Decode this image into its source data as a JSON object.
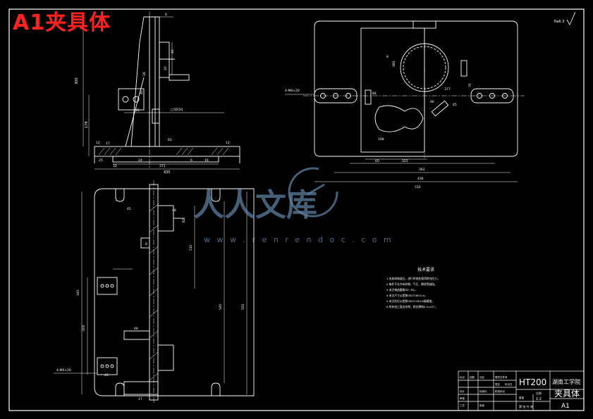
{
  "stamp": {
    "text": "A1夹具体",
    "color": "#ff2020"
  },
  "watermark": {
    "brand": "人人文库",
    "url": "w w w . r e n r e n d o c . c o m",
    "color": "#6d8fae"
  },
  "colors": {
    "background": "#000000",
    "linework": "#ffffff",
    "dimension": "#ffffff"
  },
  "roughness": "Ra6.3",
  "front_view": {
    "dims": {
      "d6": "6",
      "d40": "40",
      "d300": "300",
      "d20": "20",
      "d95": "95",
      "d18": "18",
      "d40b": "40",
      "d65": "65",
      "d179": "179",
      "d17": "17",
      "d25": "25",
      "d24": "24",
      "d371": "371",
      "d6b": "6",
      "d16": "16",
      "d12": "12",
      "d435": "435",
      "d12b": "12",
      "d32": "32",
      "callout": "□50\\50"
    }
  },
  "top_view": {
    "dims": {
      "d385": "385",
      "d8": "8",
      "d377": "377",
      "d75": "75",
      "d84": "84",
      "d45": "45",
      "d60": "60",
      "d325": "325",
      "d362": "362",
      "d436": "436",
      "d510": "510",
      "d90": "90",
      "d108": "108",
      "callout": "4-M6×20"
    }
  },
  "side_view": {
    "dims": {
      "d45": "45",
      "d8": "8",
      "d340": "340",
      "d540": "540",
      "d510": "510",
      "d555": "555",
      "d82": "82",
      "d48": "48",
      "d69": "69",
      "d100": "100",
      "d45b": "45",
      "d17": "17",
      "callout": "4-M6×20"
    }
  },
  "notes": {
    "title": "技术要求",
    "lines": [
      "1.夹具体铸造后，进行时效处理消除内应力。",
      "2.铸件不允许有砂眼、气孔、裂纹等缺陷。",
      "3.未注铸造圆角R3~R5。",
      "4.未注尺寸公差按GB/T1804-m。",
      "5.未注形位公差按GB/T1184-K级精度。",
      "6.所有加工面去毛刺、锐边倒钝0.5×45°。"
    ]
  },
  "title_block": {
    "material": "HT200",
    "school": "湖南工学院",
    "name": "夹具体",
    "sheet_no": "A1",
    "scale": "1:2",
    "ratio_label": "比例",
    "sheet_label": "第 张 共 张",
    "rows": [
      "标记",
      "处数",
      "分区",
      "更改文件号",
      "签名",
      "年月日"
    ],
    "row2": [
      "设计",
      "标准化",
      "阶段标记",
      "重量"
    ],
    "row3": [
      "审核"
    ],
    "row4": [
      "工艺",
      "批准"
    ]
  }
}
